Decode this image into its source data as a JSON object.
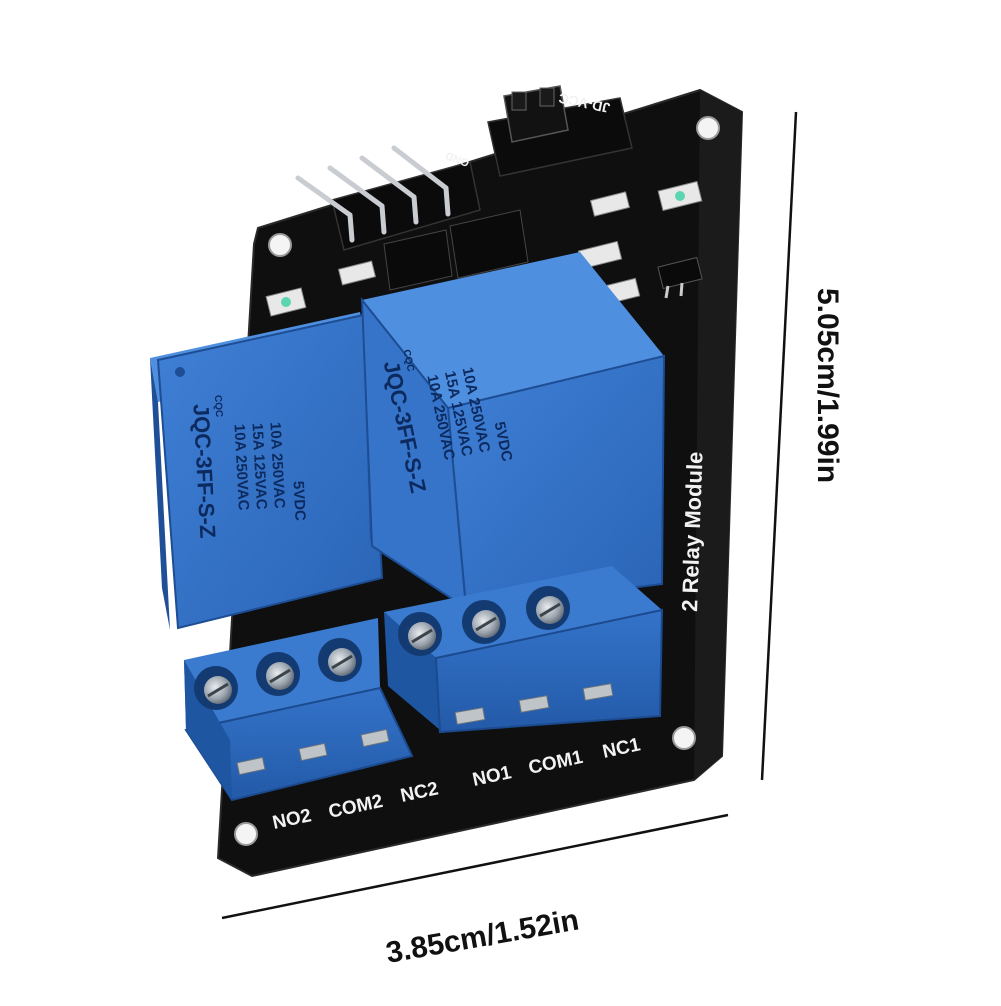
{
  "dimensions": {
    "width_label": "3.85cm/1.52in",
    "height_label": "5.05cm/1.99in"
  },
  "board": {
    "title": "2 Relay Module",
    "jumper_label": "JD-VCC",
    "header_label": "GND",
    "terminals_channel2": [
      "NO2",
      "COM2",
      "NC2"
    ],
    "terminals_channel1": [
      "NO1",
      "COM1",
      "NC1"
    ]
  },
  "relay": {
    "model": "JQC-3FF-S-Z",
    "ratings": [
      "10A 250VAC",
      "15A 125VAC",
      "10A 250VAC"
    ],
    "coil": "5VDC",
    "cert": "CQC"
  },
  "colors": {
    "pcb": "#111111",
    "relay_blue": "#2f6fc4",
    "terminal_blue": "#2a63b8"
  }
}
